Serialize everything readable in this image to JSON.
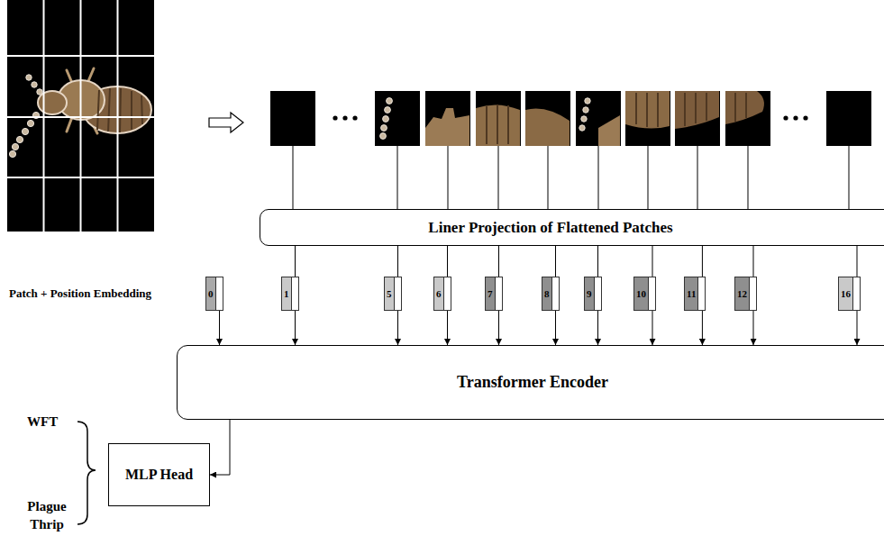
{
  "diagram": {
    "nodes": [
      {
        "text": [
          "Liner Projection of Flattened Patches"
        ]
      },
      {
        "text": [
          "0"
        ]
      },
      {
        "text": [
          "1"
        ]
      },
      {
        "text": [
          "5"
        ]
      },
      {
        "text": [
          "6"
        ]
      },
      {
        "text": [
          "7"
        ]
      },
      {
        "text": [
          "8"
        ]
      },
      {
        "text": [
          "9"
        ]
      },
      {
        "text": [
          "10"
        ]
      },
      {
        "text": [
          "11"
        ]
      },
      {
        "text": [
          "12"
        ]
      },
      {
        "text": [
          "16"
        ]
      },
      {
        "text": [
          "Transformer Encoder"
        ]
      },
      {
        "text": [
          "MLP Head"
        ]
      }
    ],
    "edges": [
      {
        "from": 0,
        "to": 2,
        "arrow": "none"
      },
      {
        "from": 0,
        "to": 3,
        "arrow": "none"
      },
      {
        "from": 0,
        "to": 4,
        "arrow": "none"
      },
      {
        "from": 0,
        "to": 5,
        "arrow": "none"
      },
      {
        "from": 0,
        "to": 6,
        "arrow": "none"
      },
      {
        "from": 0,
        "to": 7,
        "arrow": "none"
      },
      {
        "from": 0,
        "to": 8,
        "arrow": "none"
      },
      {
        "from": 0,
        "to": 9,
        "arrow": "none"
      },
      {
        "from": 0,
        "to": 10,
        "arrow": "none"
      },
      {
        "from": 0,
        "to": 11,
        "arrow": "none"
      },
      {
        "from": 1,
        "to": 12,
        "arrow": "to"
      },
      {
        "from": 2,
        "to": 12,
        "arrow": "to"
      },
      {
        "from": 3,
        "to": 12,
        "arrow": "to"
      },
      {
        "from": 4,
        "to": 12,
        "arrow": "to"
      },
      {
        "from": 5,
        "to": 12,
        "arrow": "to"
      },
      {
        "from": 6,
        "to": 12,
        "arrow": "to"
      },
      {
        "from": 7,
        "to": 12,
        "arrow": "to"
      },
      {
        "from": 8,
        "to": 12,
        "arrow": "to"
      },
      {
        "from": 9,
        "to": 12,
        "arrow": "to"
      },
      {
        "from": 10,
        "to": 12,
        "arrow": "to"
      },
      {
        "from": 11,
        "to": 12,
        "arrow": "to"
      },
      {
        "from": 12,
        "to": 13,
        "arrow": "to"
      }
    ],
    "labels": [
      "Patch + Position Embedding",
      "WFT",
      "Plague Thrip"
    ]
  }
}
